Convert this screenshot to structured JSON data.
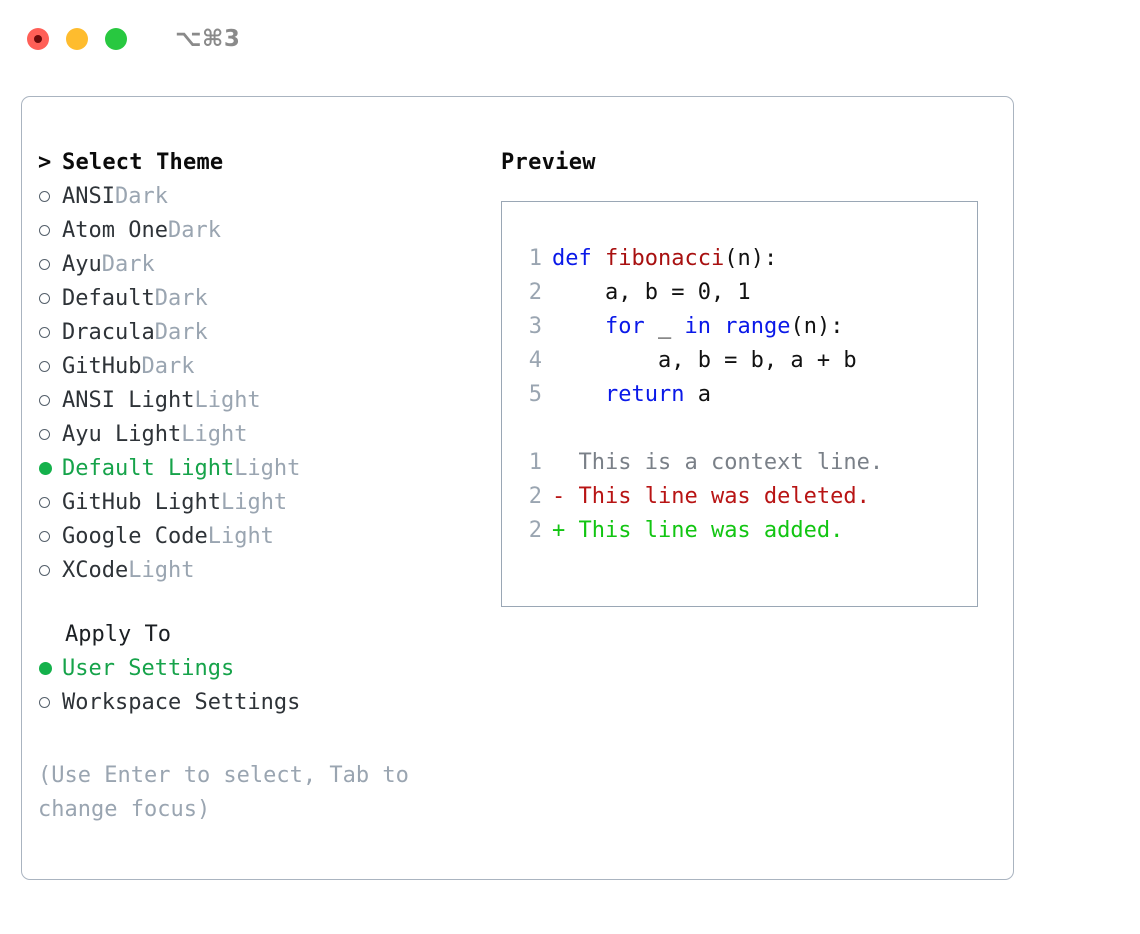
{
  "titlebar": {
    "shortcut": "⌥⌘3",
    "lights": [
      "close",
      "minimize",
      "maximize"
    ]
  },
  "left": {
    "header": {
      "prompt": ">",
      "title": "Select Theme"
    },
    "themes": [
      {
        "marker": "ring",
        "name": "ANSI",
        "suffix": "Dark",
        "selected": false
      },
      {
        "marker": "ring",
        "name": "Atom One",
        "suffix": "Dark",
        "selected": false
      },
      {
        "marker": "ring",
        "name": "Ayu",
        "suffix": "Dark",
        "selected": false
      },
      {
        "marker": "ring",
        "name": "Default",
        "suffix": "Dark",
        "selected": false
      },
      {
        "marker": "ring",
        "name": "Dracula",
        "suffix": "Dark",
        "selected": false
      },
      {
        "marker": "ring",
        "name": "GitHub",
        "suffix": "Dark",
        "selected": false
      },
      {
        "marker": "ring",
        "name": "ANSI Light",
        "suffix": "Light",
        "selected": false
      },
      {
        "marker": "ring",
        "name": "Ayu Light",
        "suffix": "Light",
        "selected": false
      },
      {
        "marker": "dot",
        "name": "Default Light",
        "suffix": "Light",
        "selected": true
      },
      {
        "marker": "ring",
        "name": "GitHub Light",
        "suffix": "Light",
        "selected": false
      },
      {
        "marker": "ring",
        "name": "Google Code",
        "suffix": "Light",
        "selected": false
      },
      {
        "marker": "ring",
        "name": "XCode",
        "suffix": "Light",
        "selected": false
      }
    ],
    "apply_to": {
      "title": "Apply To",
      "options": [
        {
          "marker": "dot",
          "name": "User Settings",
          "selected": true
        },
        {
          "marker": "ring",
          "name": "Workspace Settings",
          "selected": false
        }
      ]
    },
    "hint": "(Use Enter to select, Tab to change focus)"
  },
  "right": {
    "title": "Preview",
    "code_lines": [
      {
        "num": "1",
        "tokens": [
          {
            "t": "def ",
            "c": "kw"
          },
          {
            "t": "fibonacci",
            "c": "fn"
          },
          {
            "t": "(n):",
            "c": "plain"
          }
        ]
      },
      {
        "num": "2",
        "tokens": [
          {
            "t": "    a, b = 0, 1",
            "c": "plain"
          }
        ]
      },
      {
        "num": "3",
        "tokens": [
          {
            "t": "    ",
            "c": "plain"
          },
          {
            "t": "for",
            "c": "kw"
          },
          {
            "t": " _ ",
            "c": "plain"
          },
          {
            "t": "in",
            "c": "kw"
          },
          {
            "t": " ",
            "c": "plain"
          },
          {
            "t": "range",
            "c": "kw"
          },
          {
            "t": "(n):",
            "c": "plain"
          }
        ]
      },
      {
        "num": "4",
        "tokens": [
          {
            "t": "        a, b = b, a + b",
            "c": "plain"
          }
        ]
      },
      {
        "num": "5",
        "tokens": [
          {
            "t": "    ",
            "c": "plain"
          },
          {
            "t": "return",
            "c": "kw"
          },
          {
            "t": " a",
            "c": "plain"
          }
        ]
      }
    ],
    "diff_lines": [
      {
        "num": "1",
        "sign": " ",
        "text": " This is a context line.",
        "kind": "ctx"
      },
      {
        "num": "2",
        "sign": "-",
        "text": " This line was deleted.",
        "kind": "del"
      },
      {
        "num": "2",
        "sign": "+",
        "text": " This line was added.",
        "kind": "add"
      }
    ]
  },
  "colors": {
    "accent_green": "#16a34a",
    "muted": "#9aa5b1",
    "keyword": "#0a19e8",
    "function": "#a81010",
    "diff_add": "#12c512",
    "diff_del": "#b81414",
    "panel_border": "#aab4c0"
  }
}
